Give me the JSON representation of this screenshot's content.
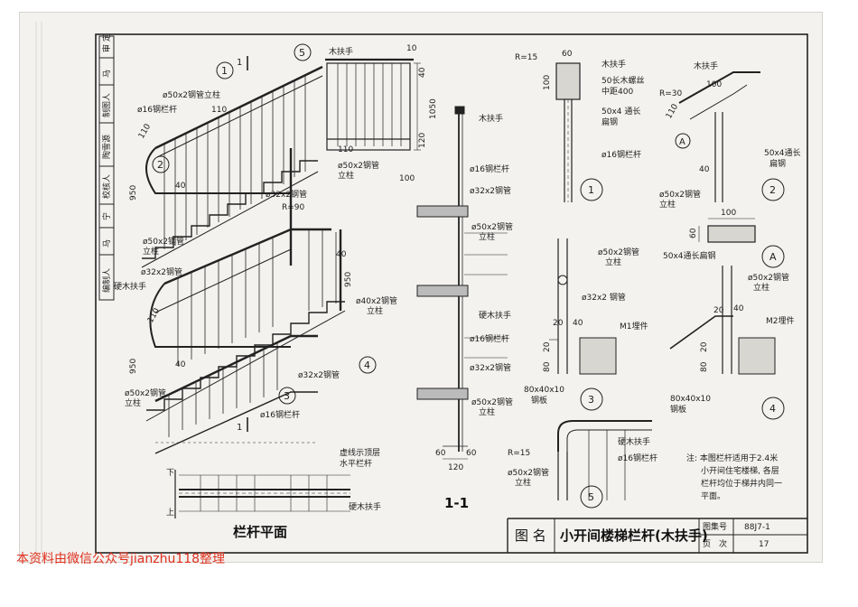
{
  "sidebar": {
    "cells": [
      "审 定",
      "马",
      "制图人",
      "陶雪源",
      "校核人",
      "宁",
      "马",
      "编制人"
    ]
  },
  "plan": {
    "title": "栏杆平面",
    "down_label": "下",
    "up_label": "上",
    "dashed_note_1": "虚线示顶层",
    "dashed_note_2": "水平栏杆",
    "handrail_label": "硬木扶手"
  },
  "elevation_labels": {
    "post50_top": "ø50x2钢管立柱",
    "bar16": "ø16钢栏杆",
    "dim110_a": "110",
    "dim110_b": "110",
    "dim110_c": "110",
    "dim950_a": "950",
    "dim950_b": "950",
    "dim950_c": "950",
    "dim40_a": "40",
    "dim40_b": "40",
    "dim40_c": "40",
    "r90": "R=90",
    "tube32_a": "ø32x2钢管",
    "tube32_b": "ø32x2钢管",
    "tube32_c": "ø32x2钢管",
    "post50_mid_1": "ø50x2钢管",
    "post50_mid_2": "立柱",
    "hardwood": "硬木扶手",
    "tube40_1": "ø40x2钢管",
    "tube40_2": "立柱",
    "post50_bot_1": "ø50x2钢管",
    "post50_bot_2": "立柱",
    "bar16_bot": "ø16钢栏杆",
    "section_1": "1",
    "section_2": "1"
  },
  "railing_panel": {
    "wood_handrail": "木扶手",
    "dim10": "10",
    "dim40": "40",
    "dim1050": "1050",
    "dim120": "120",
    "dim110": "110",
    "dim100": "100",
    "post_1": "ø50x2钢管",
    "post_2": "立柱"
  },
  "section_1_1": {
    "title": "1-1",
    "wood_handrail": "木扶手",
    "bar16_a": "ø16钢栏杆",
    "tube32_a": "ø32x2钢管",
    "post50_a1": "ø50x2钢管",
    "post50_a2": "立柱",
    "hardwood": "硬木扶手",
    "bar16_b": "ø16钢栏杆",
    "tube32_b": "ø32x2钢管",
    "post50_b1": "ø50x2钢管",
    "post50_b2": "立柱",
    "dim60_a": "60",
    "dim60_b": "60",
    "dim120": "120"
  },
  "detail_1": {
    "r15": "R=15",
    "dim60": "60",
    "dim100": "100",
    "wood_handrail": "木扶手",
    "screw_1": "50长木螺丝",
    "screw_2": "中距400",
    "flat_1": "50x4 通长",
    "flat_2": "扁钢",
    "bar16": "ø16钢栏杆",
    "num": "1"
  },
  "detail_2": {
    "wood_handrail": "木扶手",
    "r30": "R=30",
    "dim100": "100",
    "dim110": "110",
    "dim40": "40",
    "flat_1": "50x4通长",
    "flat_2": "扁钢",
    "post_1": "ø50x2钢管",
    "post_2": "立柱",
    "num": "2",
    "marker": "A"
  },
  "detail_A": {
    "dim100": "100",
    "dim60": "60",
    "flat": "50x4通长扁钢",
    "num": "A"
  },
  "detail_3": {
    "post_1": "ø50x2钢管",
    "post_2": "立柱",
    "tube32": "ø32x2 钢管",
    "dim20": "20",
    "dim40": "40",
    "embed": "M1埋件",
    "dim20v": "20",
    "dim80v": "80",
    "plate_1": "80x40x10",
    "plate_2": "钢板",
    "num": "3"
  },
  "detail_4": {
    "post_1": "ø50x2钢管",
    "post_2": "立柱",
    "dim20": "20",
    "dim40": "40",
    "embed": "M2埋件",
    "dim20v": "20",
    "dim80v": "80",
    "plate_1": "80x40x10",
    "plate_2": "钢板",
    "num": "4"
  },
  "detail_5": {
    "r15": "R=15",
    "hardwood": "硬木扶手",
    "bar16": "ø16钢栏杆",
    "post_1": "ø50x2钢管",
    "post_2": "立柱",
    "num": "5"
  },
  "note": {
    "line1": "注: 本图栏杆适用于2.4米",
    "line2": "小开间住宅楼梯, 各层",
    "line3": "栏杆均位于梯井内同一",
    "line4": "平面。"
  },
  "titleblock": {
    "label": "图 名",
    "title": "小开间楼梯栏杆(木扶手)",
    "atlas_label": "图集号",
    "atlas_value": "88J7-1",
    "page_label": "页　次",
    "page_value": "17"
  },
  "footer_text": "本资料由微信公众号jianzhu118整理"
}
